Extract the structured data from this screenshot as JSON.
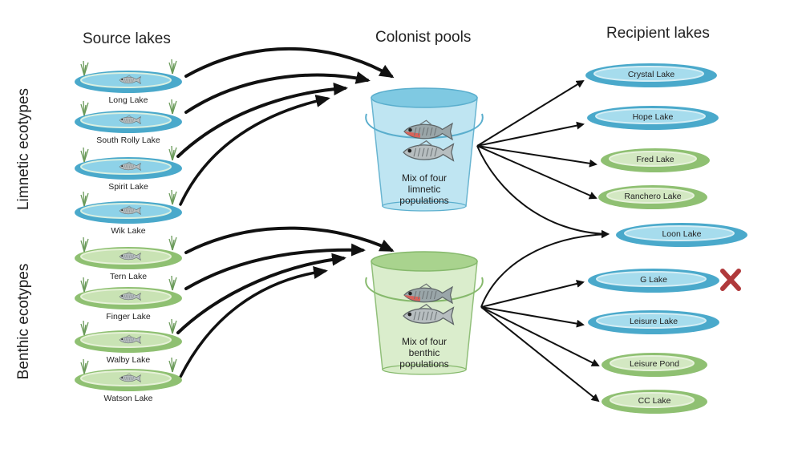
{
  "headings": {
    "source": "Source lakes",
    "colonist": "Colonist pools",
    "recipient": "Recipient lakes"
  },
  "groups": {
    "limnetic": "Limnetic ecotypes",
    "benthic": "Benthic ecotypes"
  },
  "source_lakes": {
    "limnetic": [
      "Long Lake",
      "South Rolly Lake",
      "Spirit Lake",
      "Wik Lake"
    ],
    "benthic": [
      "Tern Lake",
      "Finger Lake",
      "Walby Lake",
      "Watson Lake"
    ]
  },
  "buckets": {
    "limnetic": [
      "Mix of four",
      "limnetic",
      "populations"
    ],
    "benthic": [
      "Mix of four",
      "benthic",
      "populations"
    ]
  },
  "recipient_lakes": [
    {
      "name": "Crystal Lake",
      "type": "blue"
    },
    {
      "name": "Hope  Lake",
      "type": "blue"
    },
    {
      "name": "Fred Lake",
      "type": "green"
    },
    {
      "name": "Ranchero Lake",
      "type": "green"
    },
    {
      "name": "Loon Lake",
      "type": "blue"
    },
    {
      "name": "G Lake",
      "type": "blue",
      "marker": "failed-x"
    },
    {
      "name": "Leisure Lake",
      "type": "blue"
    },
    {
      "name": "Leisure Pond",
      "type": "green"
    },
    {
      "name": "CC Lake",
      "type": "green"
    }
  ],
  "colors": {
    "limnetic_water": "#5bb8d6",
    "benthic_water": "#a8cf8c",
    "arrow": "#111111",
    "x_marker": "#b0393b"
  }
}
